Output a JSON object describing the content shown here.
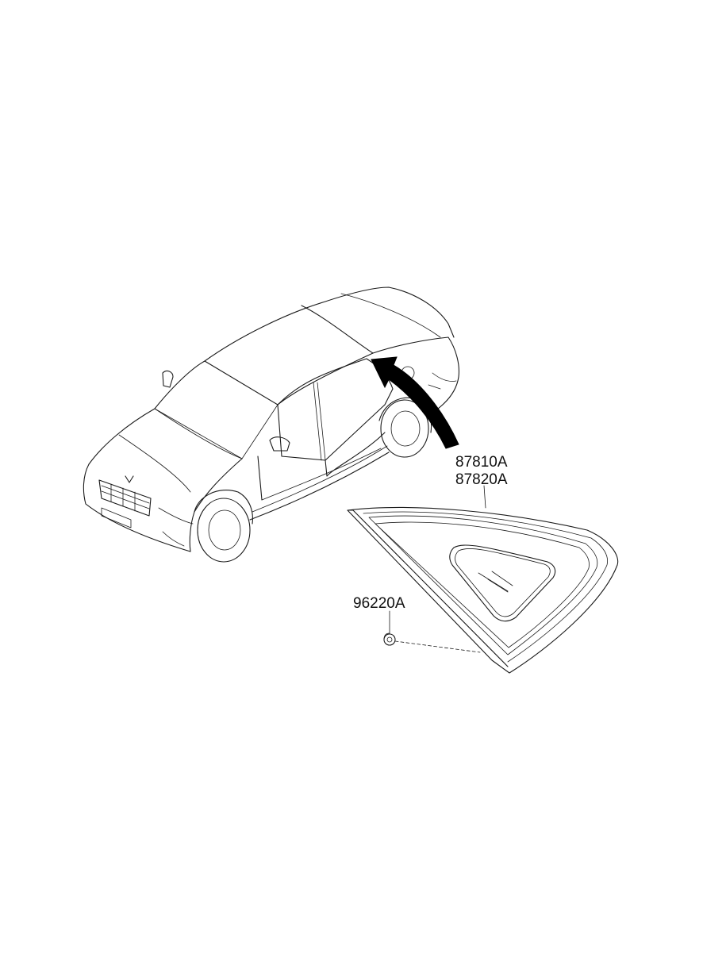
{
  "callouts": {
    "glass_part_1": "87810A",
    "glass_part_2": "87820A",
    "fastener_part": "96220A"
  },
  "colors": {
    "line": "#1a1a1a",
    "background": "#ffffff"
  },
  "icons": {
    "vehicle": "sedan-illustration-icon",
    "arrow": "location-arrow-icon",
    "glass": "quarter-glass-icon",
    "fastener": "clip-nut-icon"
  }
}
